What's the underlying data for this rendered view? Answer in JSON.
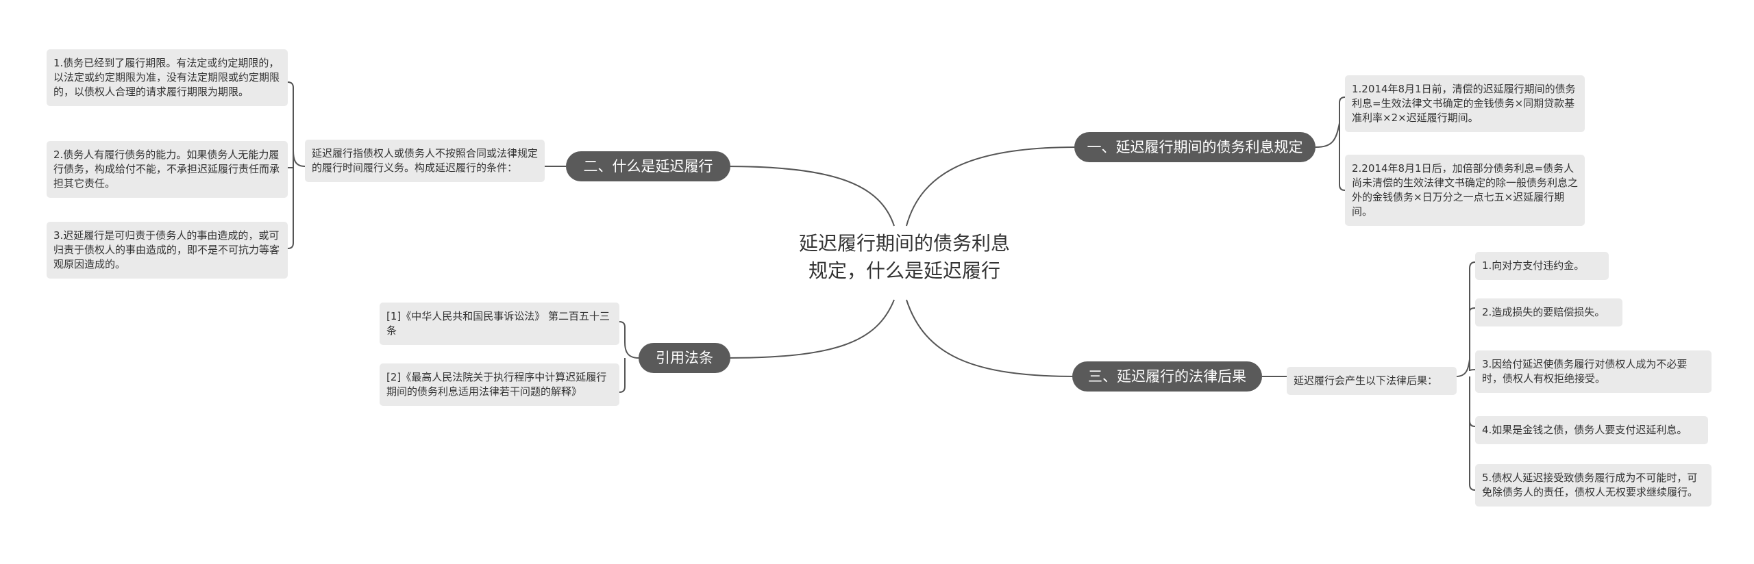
{
  "root": {
    "title_line1": "延迟履行期间的债务利息",
    "title_line2": "规定，什么是延迟履行"
  },
  "branches": {
    "b1": {
      "label": "一、延迟履行期间的债务利息规定",
      "items": [
        "1.2014年8月1日前，清偿的迟延履行期间的债务利息=生效法律文书确定的金钱债务×同期贷款基准利率×2×迟延履行期间。",
        "2.2014年8月1日后，加倍部分债务利息=债务人尚未清偿的生效法律文书确定的除一般债务利息之外的金钱债务×日万分之一点七五×迟延履行期间。"
      ]
    },
    "b2": {
      "label": "二、什么是延迟履行",
      "intro": "延迟履行指债权人或债务人不按照合同或法律规定的履行时间履行义务。构成延迟履行的条件：",
      "items": [
        "1.债务已经到了履行期限。有法定或约定期限的，以法定或约定期限为准，没有法定期限或约定期限的，以债权人合理的请求履行期限为期限。",
        "2.债务人有履行债务的能力。如果债务人无能力履行债务，构成给付不能，不承担迟延履行责任而承担其它责任。",
        "3.迟延履行是可归责于债务人的事由造成的，或可归责于债权人的事由造成的，即不是不可抗力等客观原因造成的。"
      ]
    },
    "b3": {
      "label": "三、延迟履行的法律后果",
      "intro": "延迟履行会产生以下法律后果：",
      "items": [
        "1.向对方支付违约金。",
        "2.造成损失的要赔偿损失。",
        "3.因给付延迟使债务履行对债权人成为不必要时，债权人有权拒绝接受。",
        "4.如果是金钱之债，债务人要支付迟延利息。",
        "5.债权人延迟接受致债务履行成为不可能时，可免除债务人的责任，债权人无权要求继续履行。"
      ]
    },
    "b4": {
      "label": "引用法条",
      "items": [
        "[1]《中华人民共和国民事诉讼法》 第二百五十三条",
        "[2]《最高人民法院关于执行程序中计算迟延履行期间的债务利息适用法律若干问题的解释》"
      ]
    }
  },
  "colors": {
    "branch_fill": "#5a5a5a",
    "card_fill": "#eaeaea",
    "line": "#555555"
  }
}
